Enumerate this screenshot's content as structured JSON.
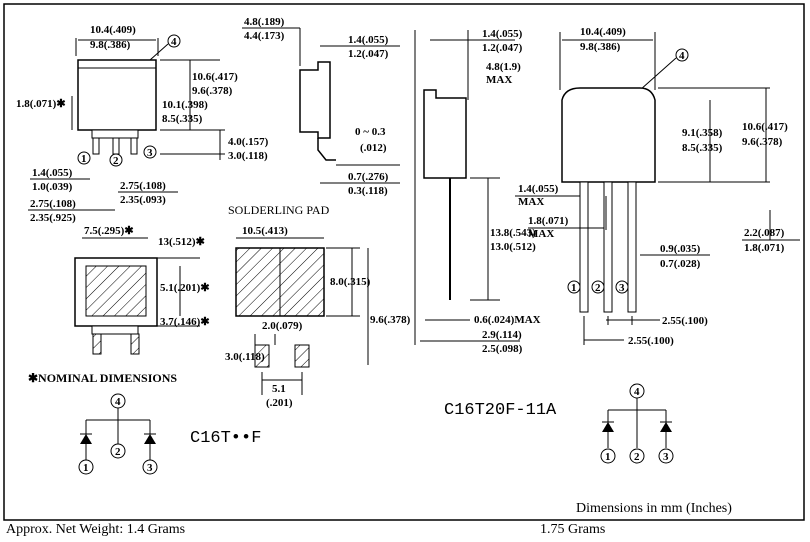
{
  "left_package": {
    "width_max": "10.4(.409)",
    "width_min": "9.8(.386)",
    "marker_4": "4",
    "left_dim": "1.8(.071)✱",
    "height_max": "10.6(.417)",
    "height_min": "9.6(.378)",
    "body_max": "10.1(.398)",
    "body_min": "8.5(.335)",
    "lead_len_max": "4.0(.157)",
    "lead_len_min": "3.0(.118)",
    "lead_w_max": "1.4(.055)",
    "lead_w_min": "1.0(.039)",
    "pitch_left_max": "2.75(.108)",
    "pitch_left_min": "2.35(.925)",
    "pitch_right_max": "2.75(.108)",
    "pitch_right_min": "2.35(.093)",
    "pin1": "1",
    "pin2": "2",
    "pin3": "3"
  },
  "side_view": {
    "h_max": "4.8(.189)",
    "h_min": "4.4(.173)",
    "tab_max": "1.4(.055)",
    "tab_min": "1.2(.047)",
    "angle_top": "0 ~ 0.3",
    "angle_bottom": "(.012)",
    "foot_max": "0.7(.276)",
    "foot_min": "0.3(.118)"
  },
  "bottom_view": {
    "w_dim": "7.5(.295)✱",
    "top_dim": "13(.512)✱",
    "mid_dim": "5.1(.201)✱",
    "low_dim": "3.7(.146)✱",
    "nominal": "✱NOMINAL DIMENSIONS"
  },
  "solder_pad": {
    "title": "SOLDERLING PAD",
    "width": "10.5(.413)",
    "height": "8.0(.315)",
    "total": "9.6(.378)",
    "gap": "2.0(.079)",
    "pad_h": "3.0(.118)",
    "pitch": "5.1",
    "pitch_in": "(.201)"
  },
  "to220_side": {
    "tab_max": "1.4(.055)",
    "tab_min": "1.2(.047)",
    "max_top": "4.8(1.9)",
    "max_word": "MAX",
    "lead_max": "13.8(.543)",
    "lead_min": "13.0(.512)",
    "lead_w": "0.6(.024)MAX",
    "body_max": "2.9(.114)",
    "body_min": "2.5(.098)"
  },
  "to220_front": {
    "width_max": "10.4(.409)",
    "width_min": "9.8(.386)",
    "marker_4": "4",
    "body_max": "9.1(.358)",
    "body_min": "8.5(.335)",
    "h_max": "10.6(.417)",
    "h_min": "9.6(.378)",
    "lead_top": "1.4(.055)",
    "lead_max_word": "MAX",
    "lead_mid": "1.8(.071)",
    "lead_mid_word": "MAX",
    "tab_max": "2.2(.087)",
    "tab_min": "1.8(.071)",
    "lead_t_max": "0.9(.035)",
    "lead_t_min": "0.7(.028)",
    "pitch_a": "2.55(.100)",
    "pitch_b": "2.55(.100)",
    "pin1": "1",
    "pin2": "2",
    "pin3": "3"
  },
  "schematic_left": {
    "part": "C16T••F",
    "n4": "4",
    "n1": "1",
    "n2": "2",
    "n3": "3"
  },
  "schematic_right": {
    "part": "C16T20F-11A",
    "n4": "4",
    "n1": "1",
    "n2": "2",
    "n3": "3"
  },
  "units_note": "Dimensions in mm (Inches)",
  "footer": {
    "weight_left": "Approx. Net Weight: 1.4 Grams",
    "weight_right": "1.75 Grams"
  }
}
